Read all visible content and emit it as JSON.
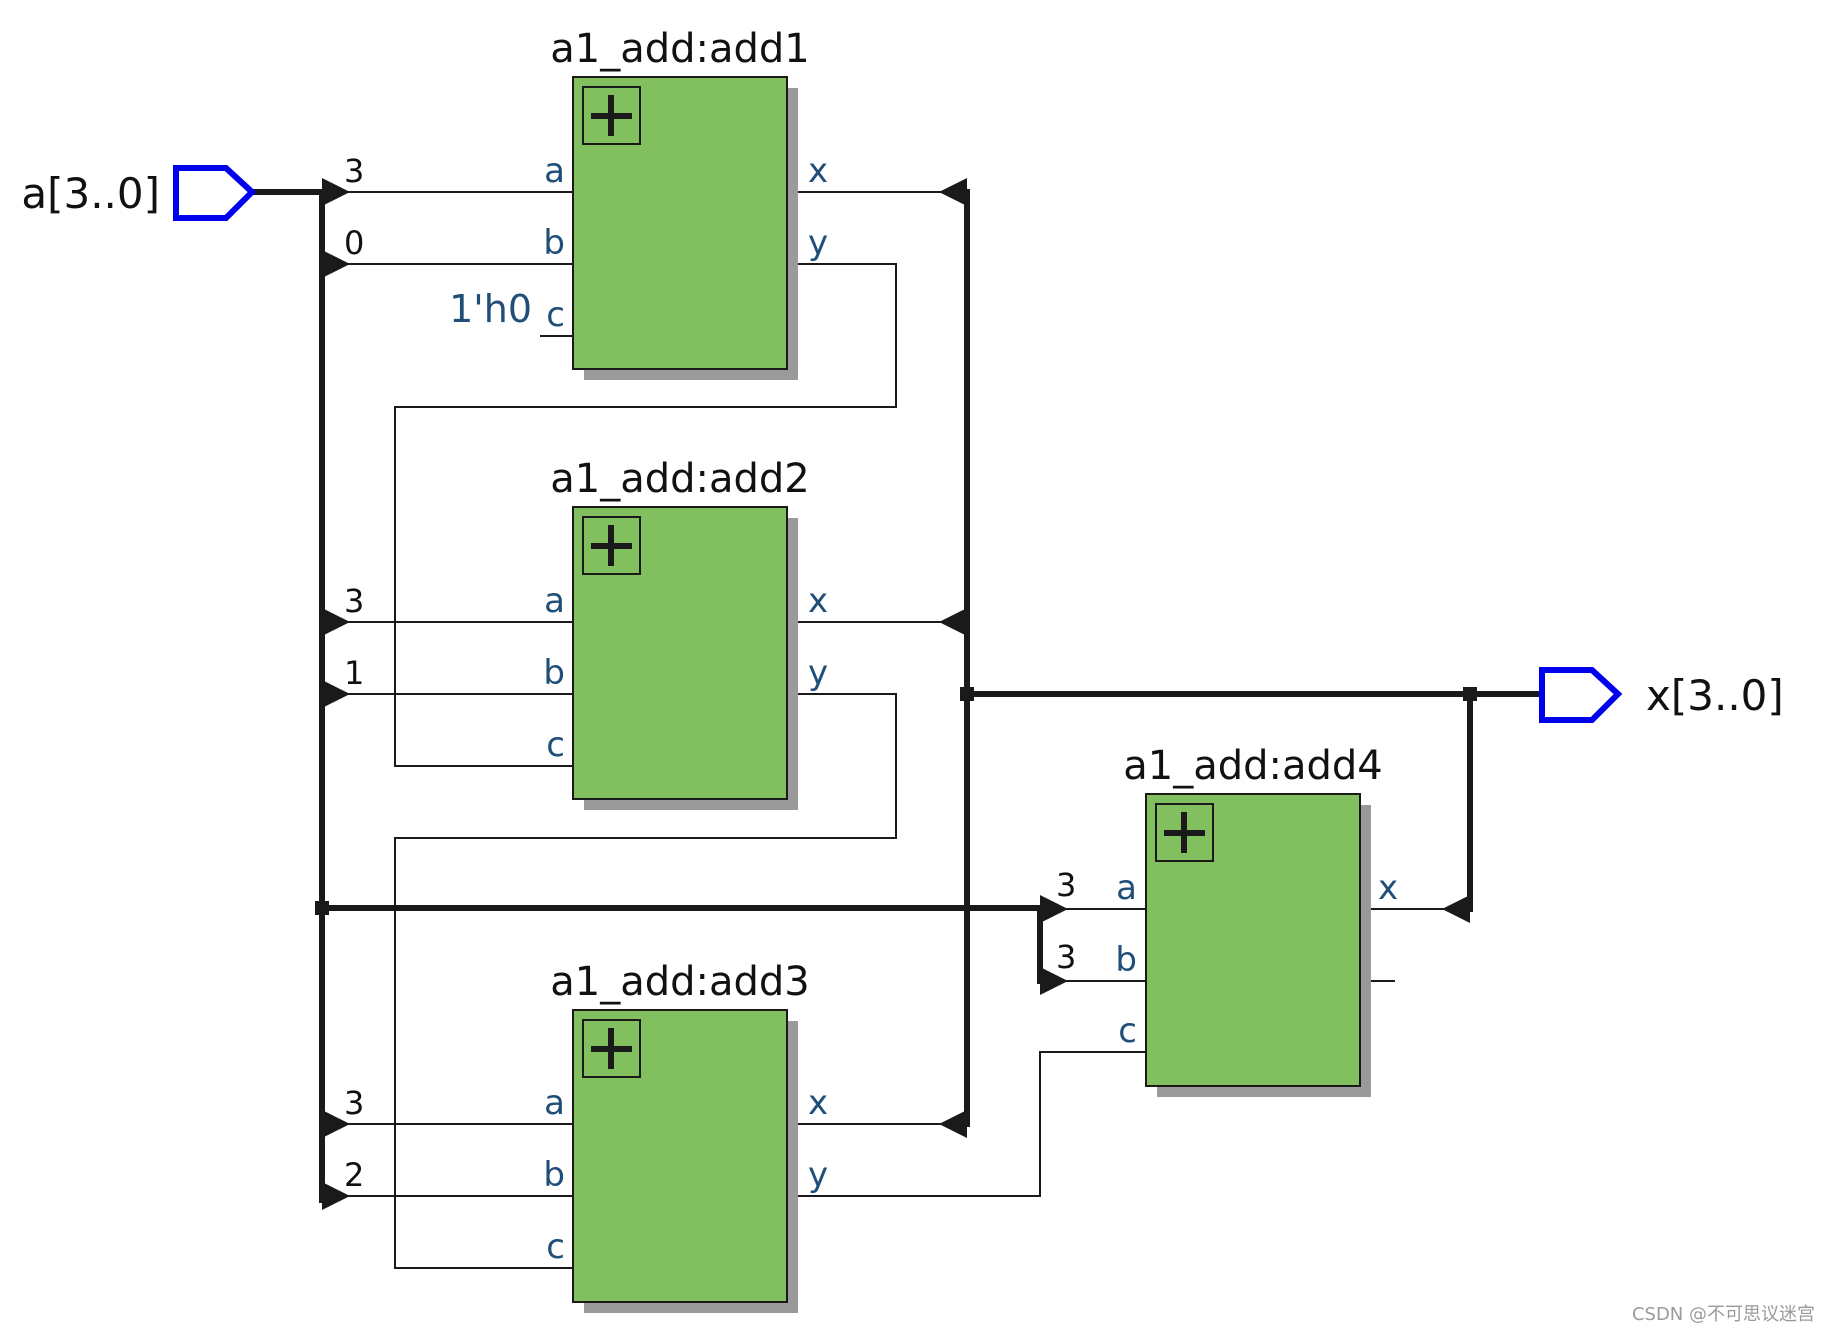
{
  "input_port": {
    "label": "a[3..0]"
  },
  "output_port": {
    "label": "x[3..0]"
  },
  "blocks": [
    {
      "id": "add1",
      "title": "a1_add:add1",
      "ports_in": [
        "a",
        "b",
        "c"
      ],
      "ports_out": [
        "x",
        "y"
      ],
      "bits": [
        "3",
        "0"
      ],
      "const_c": "1'h0"
    },
    {
      "id": "add2",
      "title": "a1_add:add2",
      "ports_in": [
        "a",
        "b",
        "c"
      ],
      "ports_out": [
        "x",
        "y"
      ],
      "bits": [
        "3",
        "1"
      ]
    },
    {
      "id": "add3",
      "title": "a1_add:add3",
      "ports_in": [
        "a",
        "b",
        "c"
      ],
      "ports_out": [
        "x",
        "y"
      ],
      "bits": [
        "3",
        "2"
      ]
    },
    {
      "id": "add4",
      "title": "a1_add:add4",
      "ports_in": [
        "a",
        "b",
        "c"
      ],
      "ports_out": [
        "x"
      ],
      "bits": [
        "3",
        "3"
      ]
    }
  ],
  "watermark": "CSDN @不可思议迷宫",
  "colors": {
    "block_fill": "#82bf5e",
    "block_shadow": "#9a9a9a",
    "bus": "#1a1a1a",
    "io_port": "#0000ee",
    "port_text": "#1f4e79"
  },
  "icons": {
    "block": "plus-icon",
    "bus_tap": "triangle-arrow-icon",
    "io": "pentagon-port-icon"
  }
}
